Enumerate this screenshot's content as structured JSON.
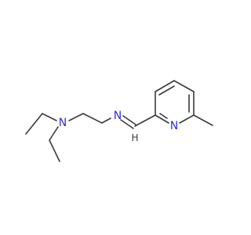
{
  "molecule": {
    "atoms": {
      "amine_n": "N",
      "imine_n": "N",
      "pyridine_n": "N",
      "imine_h": "H"
    }
  }
}
